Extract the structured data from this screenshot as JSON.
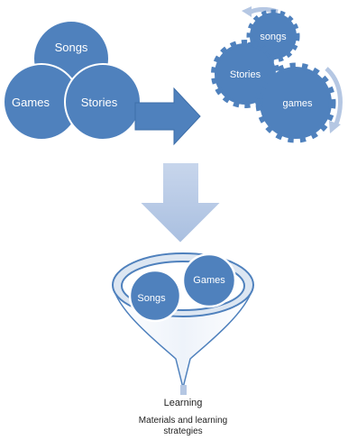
{
  "venn": {
    "top": "Songs",
    "left": "Games",
    "right": "Stories"
  },
  "gears": {
    "small": "songs",
    "mid": "Stories",
    "big": "games"
  },
  "funnel": {
    "inner_right": "Games",
    "inner_left": "Songs"
  },
  "output": {
    "line1": "Learning",
    "line2": "Materials and learning",
    "line3": "strategies"
  },
  "colors": {
    "primary": "#4f81bd",
    "edge": "#3d6ea9",
    "pale": "#b5c7e3",
    "light": "#dce6f2"
  }
}
